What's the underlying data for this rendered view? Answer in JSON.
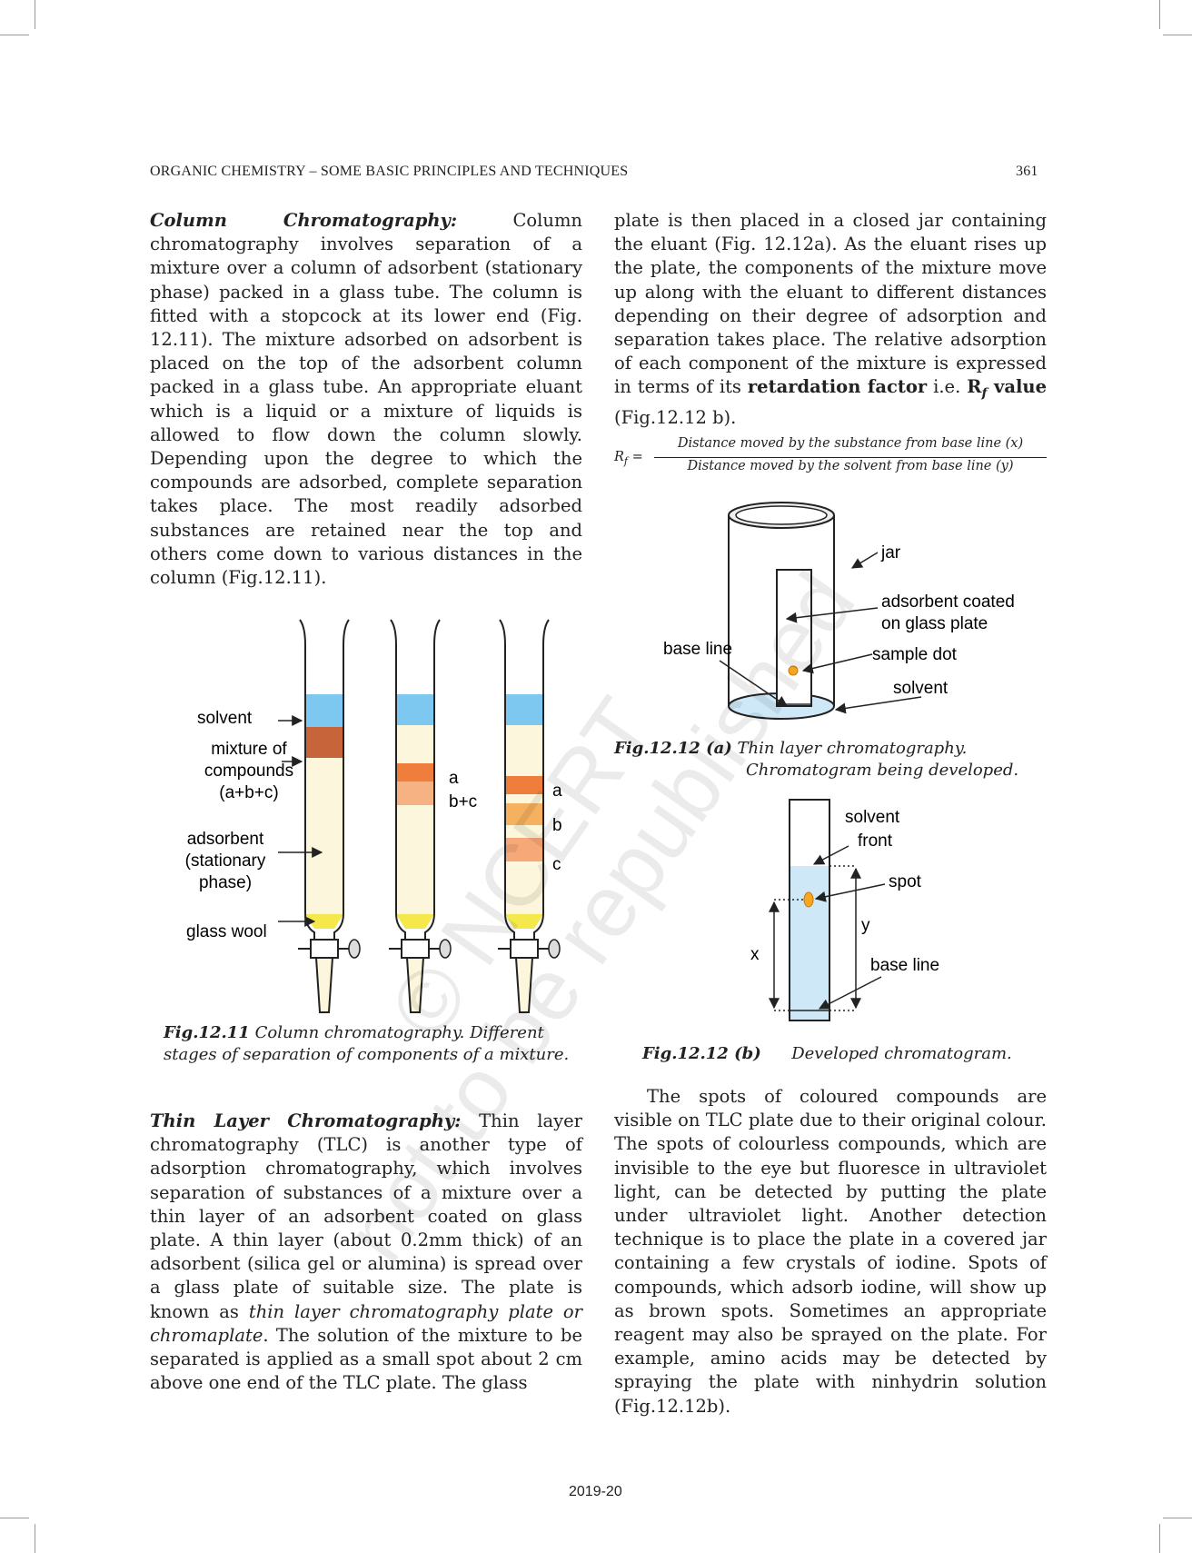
{
  "header": {
    "running_title": "ORGANIC CHEMISTRY – SOME BASIC PRINCIPLES AND TECHNIQUES",
    "page_number": "361"
  },
  "left_column": {
    "column_heading": "Column Chromatography:",
    "column_text": " Column chromatography involves separation of a mixture over a column of adsorbent (stationary phase) packed in a glass tube. The column is fitted with a stopcock at its lower end (Fig. 12.11). The mixture adsorbed on adsorbent is placed on the top of the adsorbent column packed in a glass tube. An appropriate eluant which is a liquid or a mixture of liquids is allowed to flow down the column slowly. Depending upon the degree to which the compounds are adsorbed, complete separation takes place. The most readily adsorbed substances are retained near the top and others come down to various distances in the column (Fig.12.11).",
    "tlc_heading": "Thin Layer Chromatography:",
    "tlc_text_1": " Thin layer chromatography (TLC) is another type of adsorption chromatography, which involves separation of substances of a mixture over a thin layer of an adsorbent coated on glass plate. A thin layer (about 0.2mm thick) of an adsorbent (silica gel or alumina) is spread over a glass plate of suitable size. The plate is known as ",
    "tlc_italic": "thin layer chromatography plate or chromaplate",
    "tlc_text_2": ". The solution of the mixture to be separated is applied as a small spot about 2 cm above one end of the TLC plate. The glass"
  },
  "right_column": {
    "text_1": "plate is then placed in a closed jar containing the eluant (Fig. 12.12a). As the eluant rises up the plate, the components of the mixture move up along with the eluant to different distances depending on their degree of adsorption and separation takes place. The relative adsorption of each component of the mixture is expressed in terms of its ",
    "bold_1": "retardation factor",
    "text_2": " i.e. ",
    "rf_R": "R",
    "rf_sub": "f",
    "rf_value": " value",
    "text_3": " (Fig.12.12 b).",
    "para_2": "The spots of coloured compounds are visible on TLC plate due to their original colour. The spots of colourless compounds, which are invisible to the eye but fluoresce in ultraviolet light, can be detected by putting the plate under ultraviolet light. Another detection technique is to place the plate in a covered jar containing a few crystals of iodine. Spots of compounds, which adsorb iodine, will show up as brown spots. Sometimes an appropriate reagent may also be sprayed on the plate. For example, amino acids may be detected by spraying the plate with ninhydrin solution (Fig.12.12b)."
  },
  "formula": {
    "lhs_R": "R",
    "lhs_sub": "f",
    "equals": "=",
    "numerator": "Distance moved by the substance from base line (x)",
    "denominator": "Distance moved by the solvent from base line (y)"
  },
  "fig_12_11": {
    "label_solvent": "solvent",
    "label_mixture_1": "mixture of",
    "label_mixture_2": "compounds",
    "label_mixture_3": "(a+b+c)",
    "label_adsorbent_1": "adsorbent",
    "label_adsorbent_2": "(stationary",
    "label_adsorbent_3": "phase)",
    "label_glass_wool": "glass wool",
    "col2_a": "a",
    "col2_bc": "b+c",
    "col3_a": "a",
    "col3_b": "b",
    "col3_c": "c",
    "caption_num": "Fig.12.11",
    "caption_text": "Column chromatography. Different stages of separation of components of a mixture."
  },
  "fig_12_12a": {
    "label_jar": "jar",
    "label_plate_1": "adsorbent coated",
    "label_plate_2": "on glass plate",
    "label_base_line": "base line",
    "label_sample_dot": "sample dot",
    "label_solvent": "solvent",
    "caption_num": "Fig.12.12 (a)",
    "caption_text_1": "Thin layer chromatography.",
    "caption_text_2": "Chromatogram being developed."
  },
  "fig_12_12b": {
    "label_solvent": "solvent",
    "label_front": "front",
    "label_spot": "spot",
    "label_y": "y",
    "label_x": "x",
    "label_base_line": "base line",
    "caption_num": "Fig.12.12 (b)",
    "caption_text": "Developed chromatogram."
  },
  "watermark": {
    "line_1": "© NCERT",
    "line_2": "not to be republished"
  },
  "footer": {
    "year": "2019-20"
  },
  "colors": {
    "solvent_blue": "#7cc8f0",
    "mixture_brown": "#c8643a",
    "adsorbent_cream": "#fbf6dc",
    "band_orange": "#ef7d3c",
    "band_light_orange": "#f7b283",
    "glass_wool_yellow": "#f5e84a",
    "plate_blue": "#cfe8f8"
  }
}
